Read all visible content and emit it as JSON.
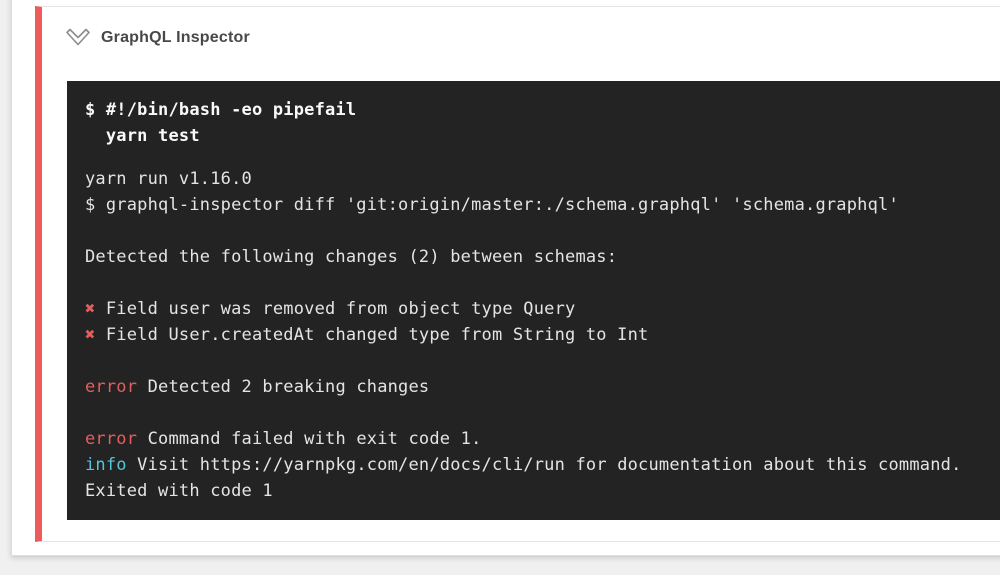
{
  "page": {
    "background_color": "#f0f0f0"
  },
  "step": {
    "title": "GraphQL Inspector",
    "status": "failed",
    "status_accent_color": "#ee5b5b",
    "collapse_icon": "chevron-down-double-outline",
    "icon_color": "#8c8c8c"
  },
  "terminal": {
    "background_color": "#232323",
    "text_color": "#e4e4e4",
    "bold_text_color": "#fafafa",
    "error_color": "#e25f5f",
    "info_color": "#53c5d8",
    "command_lines": [
      "$ #!/bin/bash -eo pipefail",
      "  yarn test"
    ],
    "output_lines": [
      {
        "text": "yarn run v1.16.0"
      },
      {
        "text": "$ graphql-inspector diff 'git:origin/master:./schema.graphql' 'schema.graphql'"
      },
      {
        "text": ""
      },
      {
        "text": "Detected the following changes (2) between schemas:"
      },
      {
        "text": ""
      },
      {
        "prefix": "✖",
        "prefix_color": "error",
        "text": " Field user was removed from object type Query"
      },
      {
        "prefix": "✖",
        "prefix_color": "error",
        "text": " Field User.createdAt changed type from String to Int"
      },
      {
        "text": ""
      },
      {
        "prefix": "error",
        "prefix_color": "error",
        "text": " Detected 2 breaking changes"
      },
      {
        "text": ""
      },
      {
        "prefix": "error",
        "prefix_color": "error",
        "text": " Command failed with exit code 1."
      },
      {
        "prefix": "info",
        "prefix_color": "info",
        "text": " Visit https://yarnpkg.com/en/docs/cli/run for documentation about this command."
      },
      {
        "text": "Exited with code 1"
      }
    ]
  }
}
